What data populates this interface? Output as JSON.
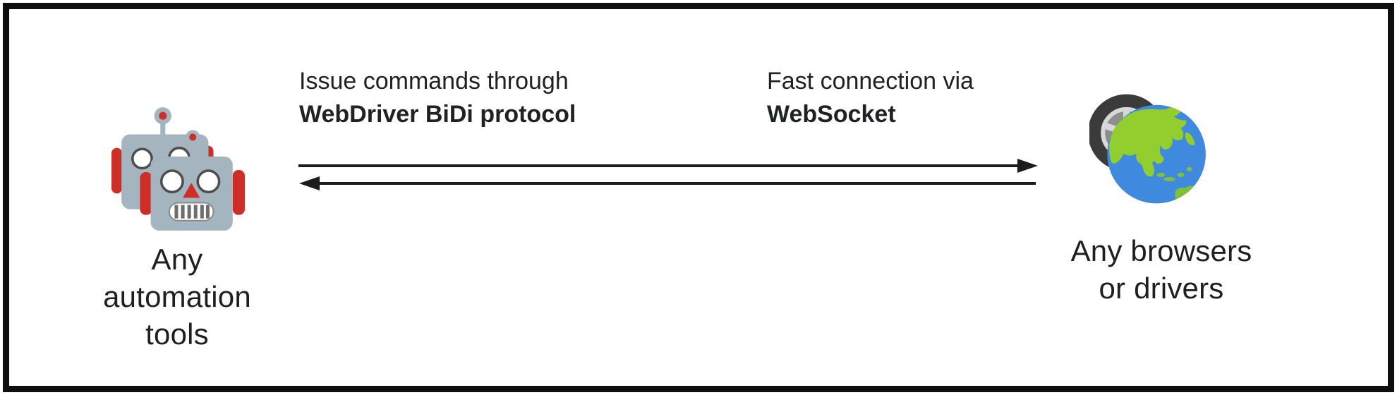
{
  "diagram": {
    "title_semantic": "WebDriver BiDi communication diagram",
    "left_node": {
      "icon": "robots-icon",
      "lines": [
        "Any",
        "automation",
        "tools"
      ]
    },
    "right_node": {
      "icon": "wheel-globe-icon",
      "lines": [
        "Any browsers",
        "or drivers"
      ]
    },
    "annotations": {
      "bidi": {
        "line1": "Issue commands through",
        "line2": "WebDriver BiDi protocol"
      },
      "websocket": {
        "line1": "Fast connection via",
        "line2": "WebSocket"
      }
    },
    "arrows": {
      "top": {
        "direction": "left-to-right"
      },
      "bottom": {
        "direction": "right-to-left"
      },
      "color": "#1c1c1c"
    },
    "colors": {
      "frame_border": "#0e0e0e",
      "text": "#202124",
      "robot_body": "#a4b5bf",
      "robot_accent": "#cd2e27",
      "robot_feature_outline": "#4e4e4e",
      "globe_ocean": "#3f89de",
      "globe_land_asia": "#92cf2e",
      "globe_land_australia": "#7fbf3c",
      "tire": "#3b3b3b",
      "rim": "#d8d8d8"
    }
  }
}
